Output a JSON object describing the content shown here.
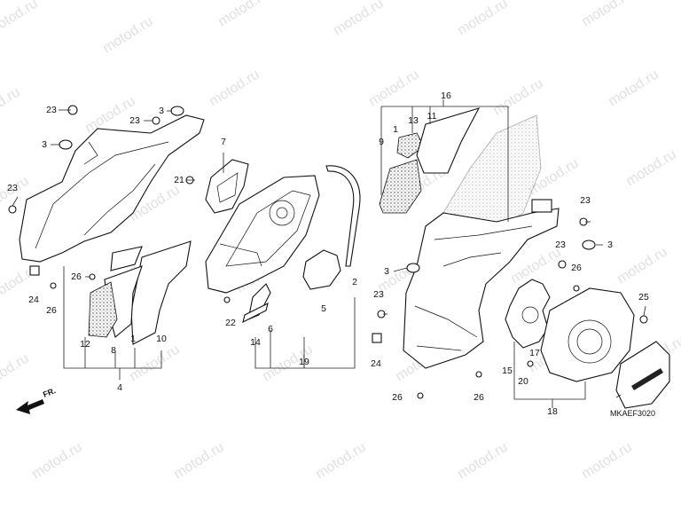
{
  "watermark": "motod.ru",
  "diagram_code": "MKAEF3020",
  "front_arrow": "FR.",
  "callouts": [
    "23",
    "23",
    "3",
    "3",
    "7",
    "21",
    "23",
    "26",
    "24",
    "26",
    "12",
    "8",
    "1",
    "10",
    "4",
    "22",
    "14",
    "6",
    "19",
    "5",
    "2",
    "16",
    "13",
    "11",
    "9",
    "1",
    "23",
    "23",
    "3",
    "3",
    "26",
    "23",
    "25",
    "24",
    "26",
    "26",
    "17",
    "15",
    "20",
    "18"
  ]
}
